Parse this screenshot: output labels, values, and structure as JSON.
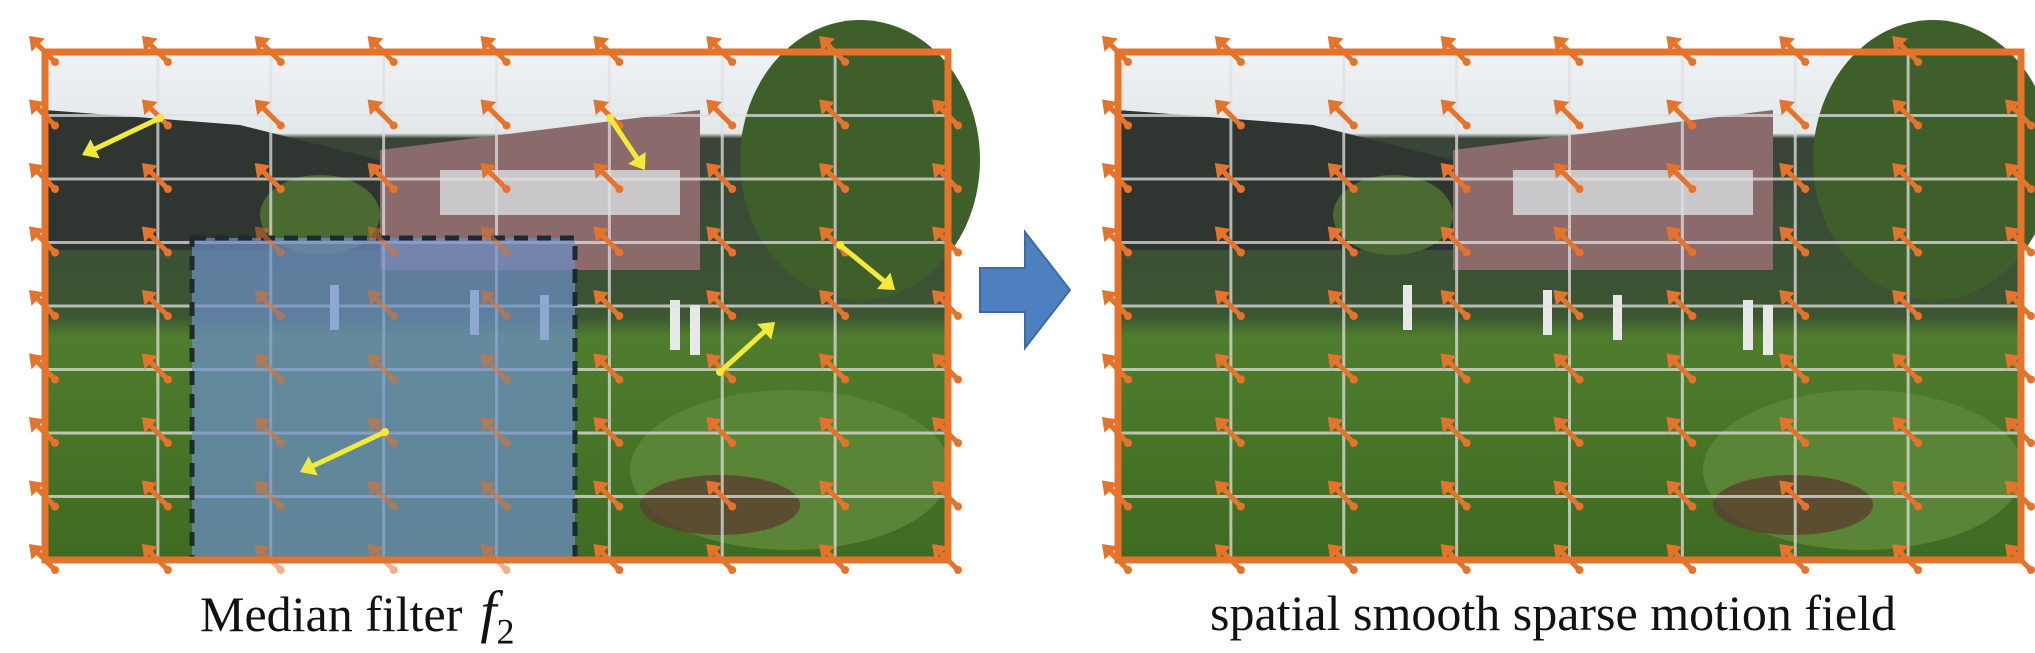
{
  "panels": {
    "left_caption_text": "Median filter",
    "left_caption_symbol": "f",
    "left_caption_subscript": "2",
    "right_caption": "spatial smooth sparse motion field"
  },
  "colors": {
    "orange_arrow": "#E5732C",
    "yellow_arrow": "#F2EA3A",
    "filter_window": "#6C8FC7",
    "process_arrow": "#4E7FBE",
    "grid_line": "#E0E0E0",
    "sky": "#E8EDF0",
    "grass": "#4C7A2A"
  },
  "grid": {
    "columns": 8,
    "rows": 8
  },
  "motion_field": {
    "dominant_direction": "up-left",
    "outlier_count": 5,
    "filter_window_size": "3x5"
  },
  "icons": {
    "process_arrow": "right-arrow-icon",
    "motion_vector": "arrow-up-left-icon"
  }
}
